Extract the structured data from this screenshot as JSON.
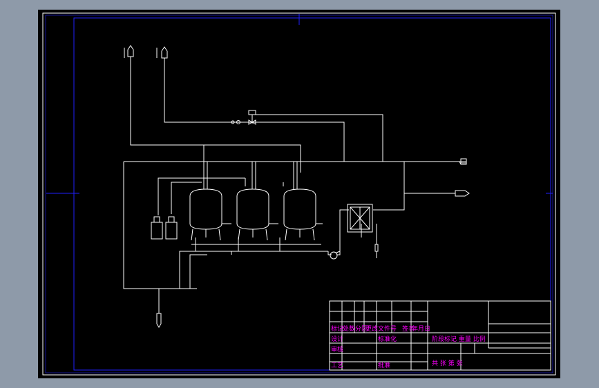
{
  "colors": {
    "background": "#8e9aa9",
    "canvas": "#000000",
    "border": "#0000ff",
    "lines": "#ffffff",
    "title_text": "#ff00ff"
  },
  "title_block": {
    "header_row": [
      "标记",
      "处数",
      "分区",
      "更改文件号",
      "签名",
      "年月日"
    ],
    "rows": [
      {
        "label": "设计",
        "value": "标准化"
      },
      {
        "label": "审核",
        "value": ""
      },
      {
        "label": "工艺",
        "value": "批准"
      }
    ],
    "stage_row": "阶段标记 重量 比例",
    "sheet_row": "共 张 第 张"
  }
}
